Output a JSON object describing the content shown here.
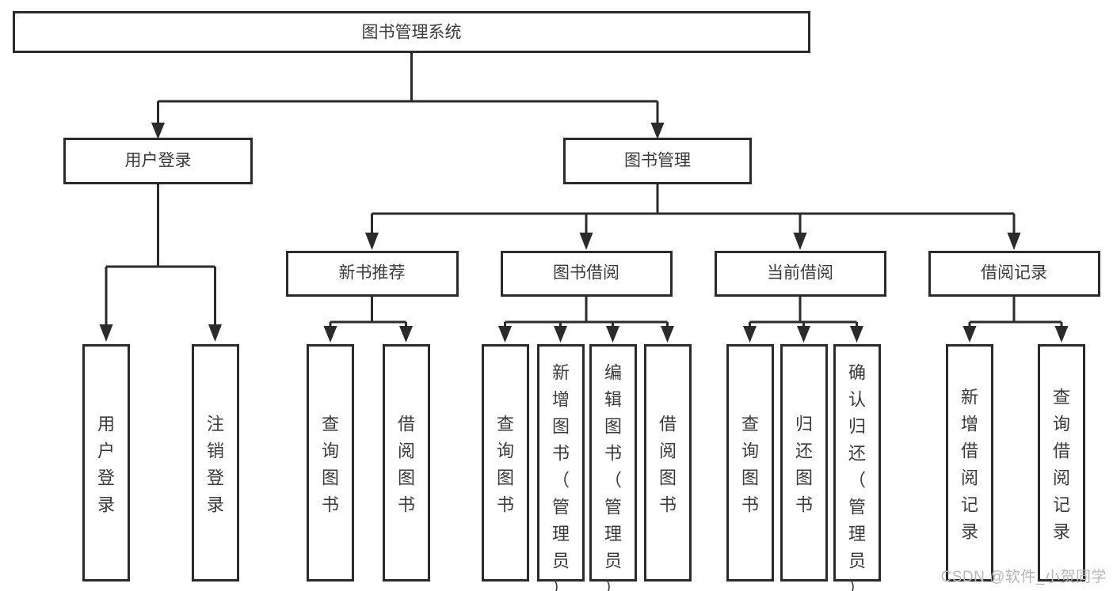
{
  "diagram": {
    "type": "hierarchy-tree",
    "title": "图书管理系统",
    "watermark": "CSDN @软件_小贺同学",
    "colors": {
      "box_fill": "#ffffff",
      "box_stroke": "#2b2b2b",
      "text": "#3a3a3a",
      "connector": "#2b2b2b",
      "watermark": "#b6b6b6",
      "background": "#ffffff"
    },
    "levels": {
      "root": {
        "label": "图书管理系统"
      },
      "level1": [
        {
          "label": "用户登录"
        },
        {
          "label": "图书管理"
        }
      ],
      "level2": [
        {
          "label": "新书推荐"
        },
        {
          "label": "图书借阅"
        },
        {
          "label": "当前借阅"
        },
        {
          "label": "借阅记录"
        }
      ]
    },
    "nodes": {
      "root": "图书管理系统",
      "user_login": "用户登录",
      "book_manage": "图书管理",
      "new_book_rec": "新书推荐",
      "book_borrow": "图书借阅",
      "current_borrow": "当前借阅",
      "borrow_record": "借阅记录"
    },
    "leaves": {
      "user_login_children": [
        "用户登录",
        "注销登录"
      ],
      "new_book_rec_children": [
        "查询图书",
        "借阅图书"
      ],
      "book_borrow_children": [
        "查询图书",
        "新增图书（管理员）",
        "编辑图书（管理员）",
        "借阅图书"
      ],
      "current_borrow_children": [
        "查询图书",
        "归还图书",
        "确认归还（管理员）"
      ],
      "borrow_record_children": [
        "新增借阅记录",
        "查询借阅记录"
      ]
    }
  }
}
